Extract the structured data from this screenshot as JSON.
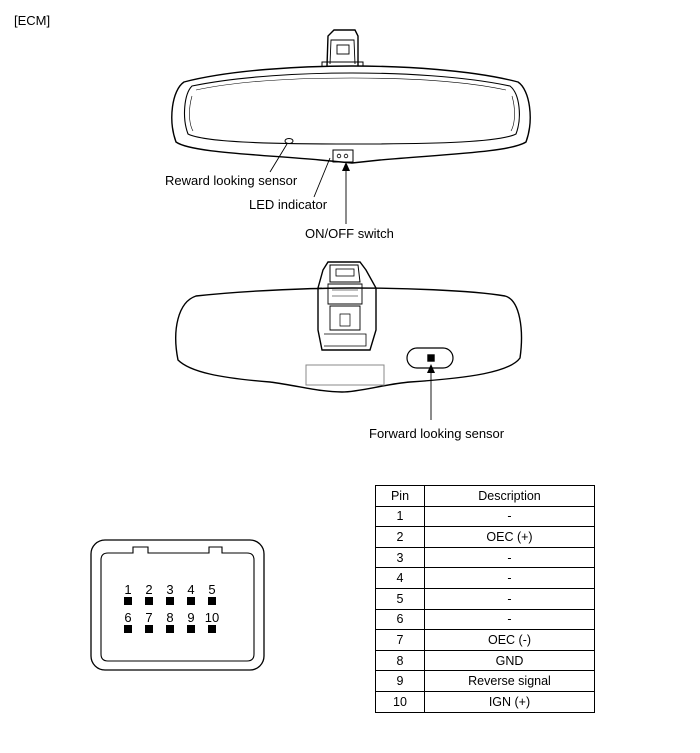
{
  "title": "[ECM]",
  "callouts": {
    "reward_sensor": "Reward looking sensor",
    "led_indicator": "LED indicator",
    "onoff_switch": "ON/OFF switch",
    "forward_sensor": "Forward looking sensor"
  },
  "connector": {
    "top_row": [
      "1",
      "2",
      "3",
      "4",
      "5"
    ],
    "bottom_row": [
      "6",
      "7",
      "8",
      "9",
      "10"
    ]
  },
  "pin_table": {
    "headers": [
      "Pin",
      "Description"
    ],
    "rows": [
      {
        "pin": "1",
        "desc": "-"
      },
      {
        "pin": "2",
        "desc": "OEC (+)"
      },
      {
        "pin": "3",
        "desc": "-"
      },
      {
        "pin": "4",
        "desc": "-"
      },
      {
        "pin": "5",
        "desc": "-"
      },
      {
        "pin": "6",
        "desc": "-"
      },
      {
        "pin": "7",
        "desc": "OEC (-)"
      },
      {
        "pin": "8",
        "desc": "GND"
      },
      {
        "pin": "9",
        "desc": "Reverse signal"
      },
      {
        "pin": "10",
        "desc": "IGN (+)"
      }
    ]
  }
}
